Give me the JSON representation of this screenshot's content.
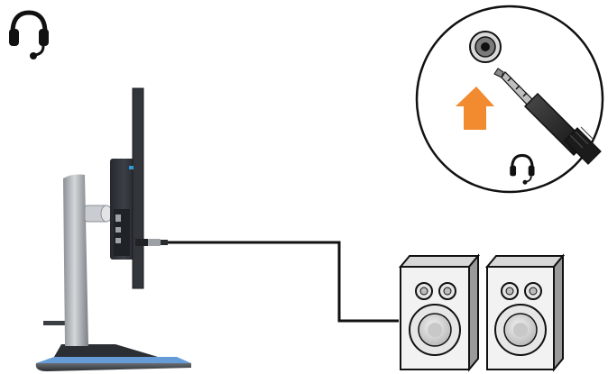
{
  "diagram": {
    "icons": {
      "headphone_corner": "headphone-icon",
      "headphone_inset": "headphone-icon"
    },
    "nodes": [
      {
        "id": "monitor",
        "kind": "monitor-side-view"
      },
      {
        "id": "jack",
        "kind": "audio-jack-3.5mm"
      },
      {
        "id": "speakers",
        "kind": "speaker-pair"
      }
    ],
    "edges": [
      {
        "from": "monitor",
        "to": "speakers",
        "kind": "audio-cable"
      }
    ],
    "colors": {
      "arrow": "#f28a30",
      "stand_metal": "#a9adb2",
      "monitor_body": "#2f3338",
      "outline": "#1a1a1a",
      "speaker_fill": "#f2f2f2",
      "base_glow": "#5a8fc8"
    }
  }
}
